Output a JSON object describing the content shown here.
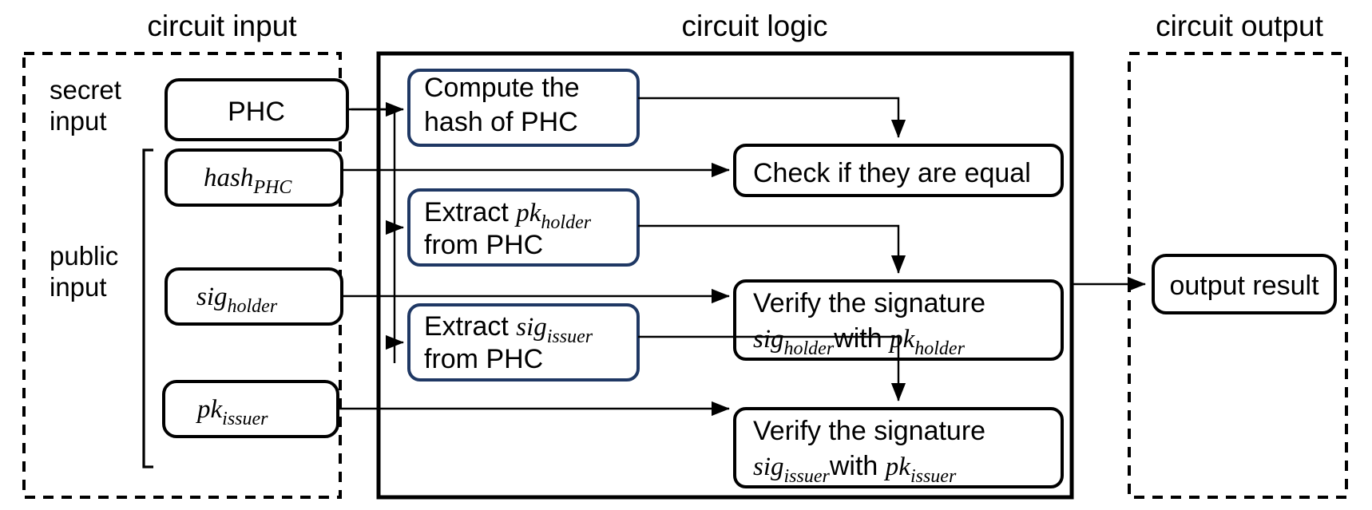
{
  "sections": {
    "input_title": "circuit input",
    "logic_title": "circuit logic",
    "output_title": "circuit output"
  },
  "input_groups": {
    "secret": {
      "line1": "secret",
      "line2": "input"
    },
    "public": {
      "line1": "public",
      "line2": "input"
    }
  },
  "input_boxes": [
    {
      "id": "phc",
      "label": "PHC",
      "base": "",
      "sub": "",
      "style": "plain"
    },
    {
      "id": "hash-phc",
      "label": "",
      "base": "hash",
      "sub": "PHC",
      "style": "math"
    },
    {
      "id": "sig-holder",
      "label": "",
      "base": "sig",
      "sub": "holder",
      "style": "math"
    },
    {
      "id": "pk-issuer",
      "label": "",
      "base": "pk",
      "sub": "issuer",
      "style": "math"
    }
  ],
  "logic_boxes": [
    {
      "id": "compute-hash",
      "line1_pre": "Compute the",
      "line1_base": "",
      "line1_sub": "",
      "line2": "hash of PHC",
      "border": "#1F3864"
    },
    {
      "id": "extract-pk-holder",
      "line1_pre": "Extract ",
      "line1_base": "pk",
      "line1_sub": "holder",
      "line2": "from PHC",
      "border": "#1F3864"
    },
    {
      "id": "extract-sig-issuer",
      "line1_pre": "Extract ",
      "line1_base": "sig",
      "line1_sub": "issuer",
      "line2": "from PHC",
      "border": "#1F3864"
    }
  ],
  "check_boxes": [
    {
      "id": "check-equal",
      "line1": "Check if they are equal",
      "l2_a_base": "",
      "l2_a_sub": "",
      "l2_mid": "",
      "l2_b_base": "",
      "l2_b_sub": "",
      "border": "#000000"
    },
    {
      "id": "verify-holder",
      "line1": "Verify the signature",
      "l2_a_base": "sig",
      "l2_a_sub": "holder",
      "l2_mid": "with ",
      "l2_b_base": "pk",
      "l2_b_sub": "holder",
      "border": "#000000"
    },
    {
      "id": "verify-issuer",
      "line1": "Verify the signature",
      "l2_a_base": "sig",
      "l2_a_sub": "issuer",
      "l2_mid": "with ",
      "l2_b_base": "pk",
      "l2_b_sub": "issuer",
      "border": "#000000"
    }
  ],
  "output_box": {
    "id": "output-result",
    "label": "output result"
  },
  "colors": {
    "logic_box_border": "#1F3864",
    "frame": "#000000",
    "background": "#ffffff"
  }
}
